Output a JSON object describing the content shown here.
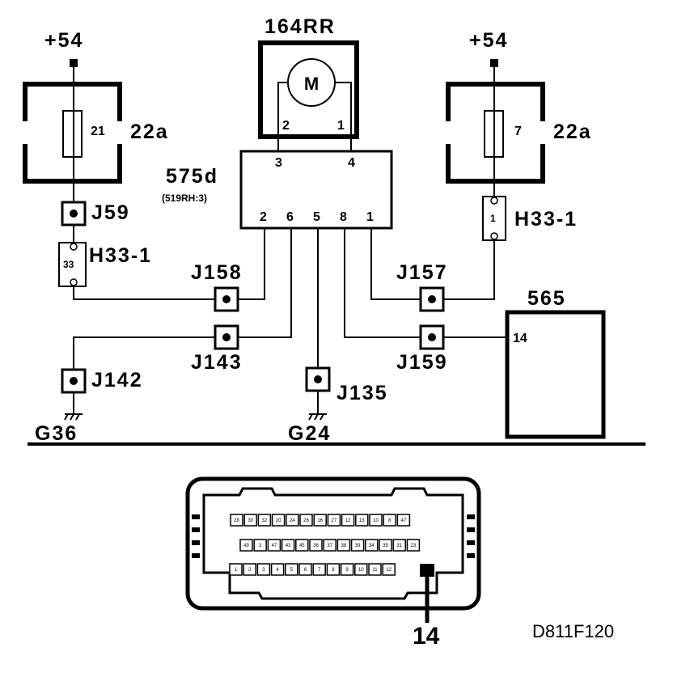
{
  "supply_left": "+54",
  "supply_right": "+54",
  "motor": {
    "id": "164RR",
    "symbol": "M",
    "pin_a": "2",
    "pin_b": "1"
  },
  "module": {
    "id": "575d",
    "ref": "(519RH:3)",
    "top_pins": [
      "3",
      "4"
    ],
    "bottom_pins": [
      "2",
      "6",
      "5",
      "8",
      "1"
    ]
  },
  "fuse_left": {
    "number": "21",
    "box": "22a"
  },
  "fuse_right": {
    "number": "7",
    "box": "22a"
  },
  "connectors": {
    "j59": "J59",
    "j158": "J158",
    "j157": "J157",
    "j143": "J143",
    "j159": "J159",
    "j142": "J142",
    "j135": "J135"
  },
  "splice_left": {
    "id": "H33-1",
    "pin": "33"
  },
  "splice_right": {
    "id": "H33-1",
    "pin": "1"
  },
  "unit_565": {
    "id": "565",
    "pin": "14"
  },
  "grounds": [
    "G36",
    "G24"
  ],
  "connector_view": {
    "row1": [
      "28",
      "30",
      "32",
      "20",
      "24",
      "26",
      "16",
      "27",
      "12",
      "13",
      "10",
      "8",
      "47"
    ],
    "row2": [
      "49",
      "3",
      "47",
      "43",
      "45",
      "36",
      "37",
      "38",
      "39",
      "34",
      "35",
      "31",
      "23"
    ],
    "row3": [
      "1",
      "2",
      "3",
      "4",
      "5",
      "6",
      "7",
      "8",
      "9",
      "10",
      "11",
      "12"
    ],
    "callout": "14"
  },
  "figure_code": "D811F120"
}
